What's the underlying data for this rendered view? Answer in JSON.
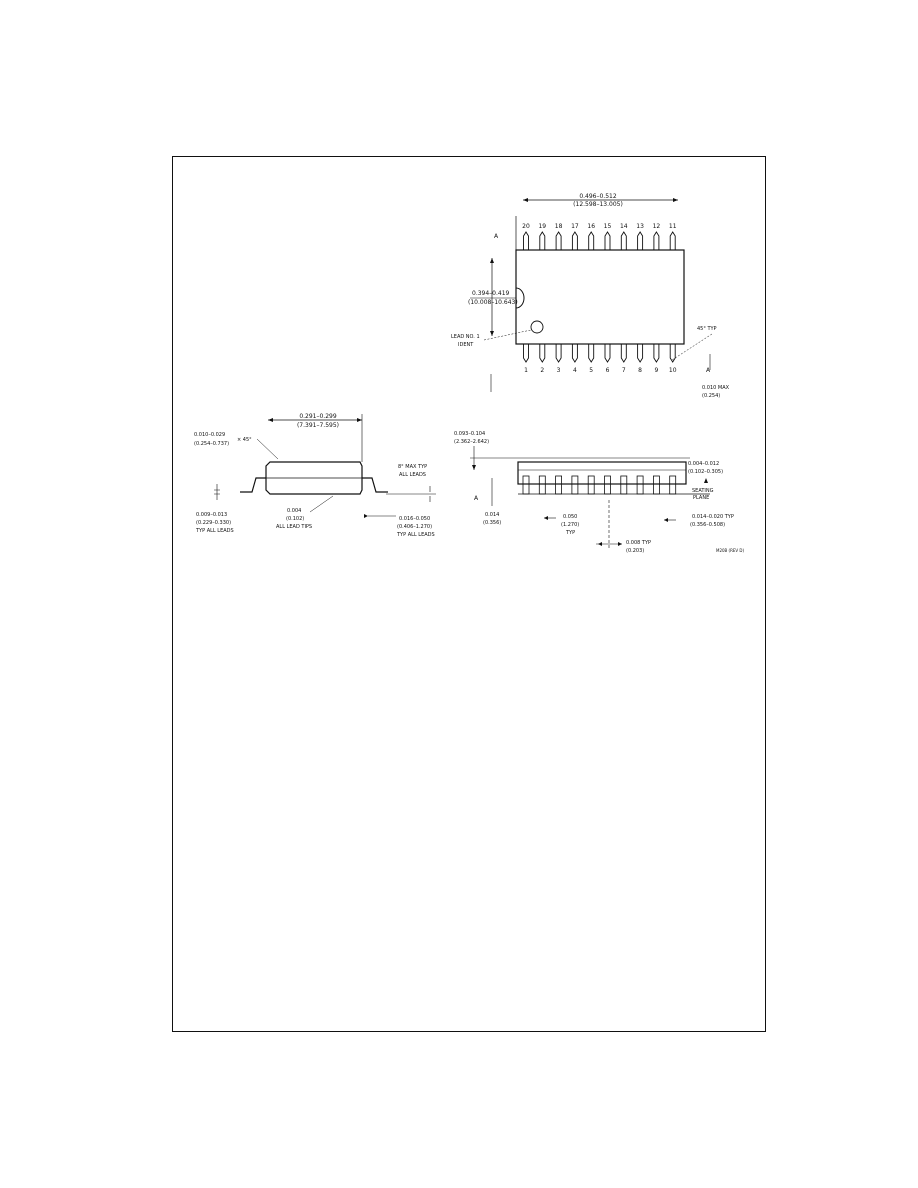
{
  "drawing": {
    "top_view": {
      "length_in": "0.496–0.512",
      "length_mm": "(12.598–13.005)",
      "width_in": "0.394–0.419",
      "width_mm": "(10.008–10.643)",
      "lead1_label": "LEAD NO. 1",
      "lead1_label2": "IDENT",
      "angle_label": "45° TYP",
      "datum": "A",
      "top_pins": [
        "20",
        "19",
        "18",
        "17",
        "16",
        "15",
        "14",
        "13",
        "12",
        "11"
      ],
      "bottom_pins": [
        "1",
        "2",
        "3",
        "4",
        "5",
        "6",
        "7",
        "8",
        "9",
        "10"
      ],
      "flat_in": "0.010 MAX",
      "flat_mm": "(0.254)"
    },
    "end_view": {
      "body_width_in": "0.291–0.299",
      "body_width_mm": "(7.391–7.595)",
      "chamfer_in": "0.010–0.029",
      "chamfer_mm": "(0.254–0.737)",
      "chamfer_angle": "× 45°",
      "max_angle": "8° MAX TYP",
      "max_angle2": "ALL LEADS",
      "thickness_in": "0.009–0.013",
      "thickness_mm": "(0.229–0.330)",
      "thickness_note": "TYP ALL LEADS",
      "coplan_in": "0.004",
      "coplan_mm": "(0.102)",
      "coplan_note": "ALL LEAD TIPS",
      "foot_in": "0.016–0.050",
      "foot_mm": "(0.406–1.270)",
      "foot_note": "TYP ALL LEADS"
    },
    "side_view": {
      "height_in": "0.093–0.104",
      "height_mm": "(2.362–2.642)",
      "standoff_in": "0.004–0.012",
      "standoff_mm": "(0.102–0.305)",
      "seating": "SEATING",
      "seating2": "PLANE",
      "lead_h_in": "0.014",
      "lead_h_mm": "(0.356)",
      "pitch_in": "0.050",
      "pitch_mm": "(1.270)",
      "pitch_note": "TYP",
      "lead_w_in": "0.014–0.020 TYP",
      "lead_w_mm": "(0.356–0.508)",
      "offset_in": "0.008 TYP",
      "offset_mm": "(0.203)",
      "datum": "A",
      "drawing_no": "M20B (REV D)"
    }
  }
}
